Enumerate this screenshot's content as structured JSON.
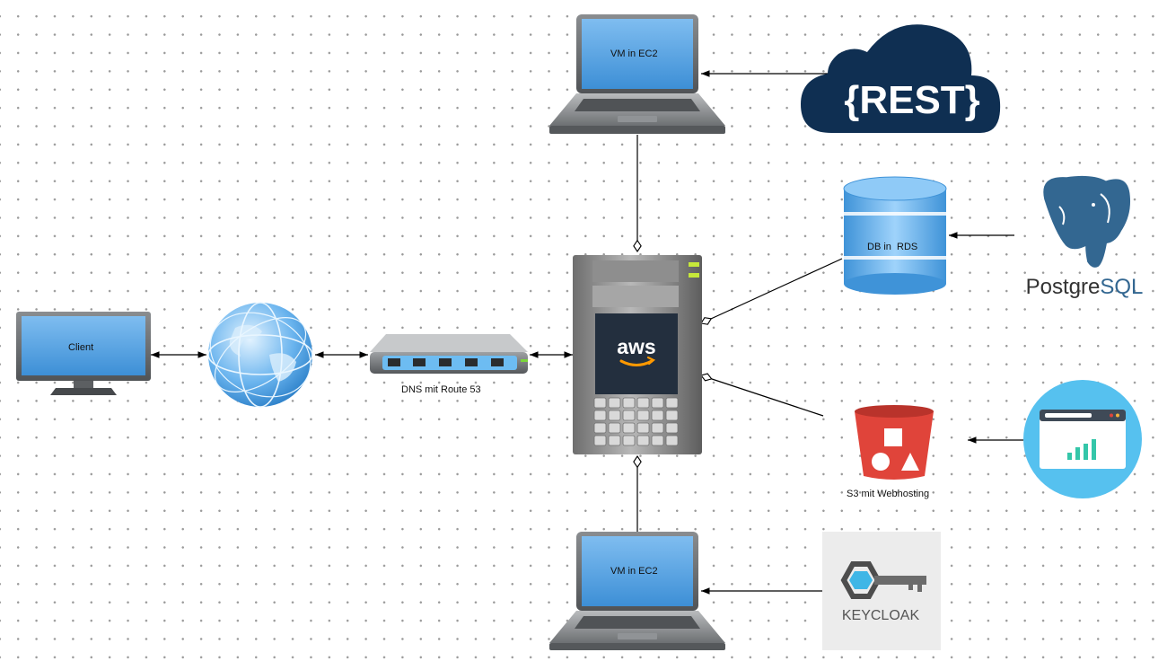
{
  "nodes": {
    "client": {
      "label": "Client"
    },
    "dns": {
      "label": "DNS mit Route 53"
    },
    "vm_top": {
      "label": "VM in EC2"
    },
    "vm_bottom": {
      "label": "VM in EC2"
    },
    "db": {
      "label": "DB in  RDS"
    },
    "s3": {
      "label": "S3 mit Webhosting"
    },
    "aws_server": {
      "logo_text": "aws"
    }
  },
  "logos": {
    "rest": {
      "text": "{REST}"
    },
    "postgres": {
      "text_prefix": "Postgre",
      "text_suffix": "SQL"
    },
    "keycloak": {
      "text": "KEYCLOAK"
    }
  },
  "colors": {
    "screen_blue": "#5aa7e4",
    "rest_cloud": "#0f2f52",
    "postgres_blue": "#336791",
    "s3_red": "#e0443a",
    "web_circle": "#56c1ef",
    "web_bars": "#34c6a9",
    "aws_orange": "#ff9900"
  },
  "edges": [
    {
      "from": "client",
      "to": "internet",
      "style": "bidirectional-arrow"
    },
    {
      "from": "internet",
      "to": "dns",
      "style": "bidirectional-arrow"
    },
    {
      "from": "dns",
      "to": "aws_server",
      "style": "bidirectional-arrow"
    },
    {
      "from": "vm_top",
      "to": "aws_server",
      "style": "diamond"
    },
    {
      "from": "vm_bottom",
      "to": "aws_server",
      "style": "diamond"
    },
    {
      "from": "db",
      "to": "aws_server",
      "style": "diamond"
    },
    {
      "from": "s3",
      "to": "aws_server",
      "style": "diamond"
    },
    {
      "from": "rest",
      "to": "vm_top",
      "style": "arrow"
    },
    {
      "from": "postgres",
      "to": "db",
      "style": "arrow"
    },
    {
      "from": "website",
      "to": "s3",
      "style": "arrow"
    },
    {
      "from": "keycloak",
      "to": "vm_bottom",
      "style": "arrow"
    }
  ]
}
